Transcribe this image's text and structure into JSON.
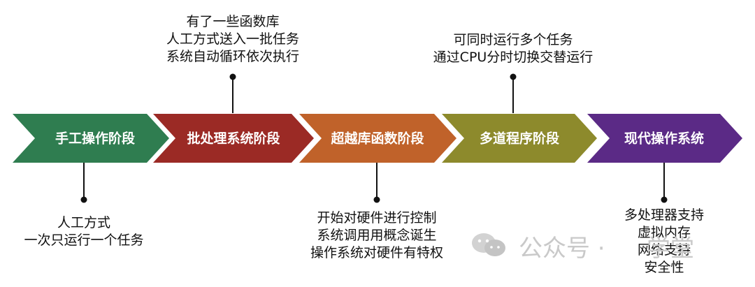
{
  "stages": [
    {
      "label": "手工操作阶段",
      "color": "#2f7d50"
    },
    {
      "label": "批处理系统阶段",
      "color": "#9b2a25"
    },
    {
      "label": "超越库函数阶段",
      "color": "#c0622a"
    },
    {
      "label": "多道程序阶段",
      "color": "#8d8a2c"
    },
    {
      "label": "现代操作系统",
      "color": "#5b2a86"
    }
  ],
  "notes": {
    "n0": [
      "人工方式",
      "一次只运行一个任务"
    ],
    "n1": [
      "有了一些函数库",
      "人工方式送入一批任务",
      "系统自动循环依次执行"
    ],
    "n2": [
      "开始对硬件进行控制",
      "系统调用用概念诞生",
      "操作系统对硬件有特权"
    ],
    "n3": [
      "可同时运行多个任务",
      "通过CPU分时切换交替运行"
    ],
    "n4": [
      "多处理器支持",
      "虚拟内存",
      "网络支持",
      "安全性"
    ]
  },
  "watermark": {
    "text": "公众号 · ",
    "partial": "学堂"
  }
}
